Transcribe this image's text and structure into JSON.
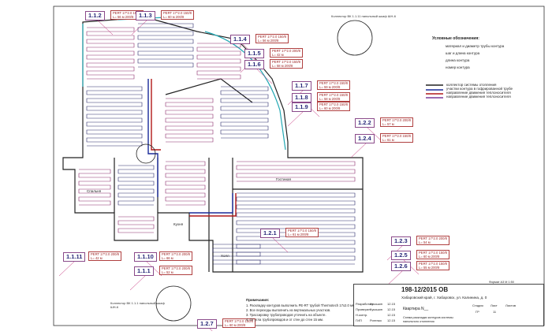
{
  "document": {
    "code": "198-12/2015 ОВ",
    "address": "Хабаровский край, г. Хабаровск, ул. Калинина, д. 0",
    "object_name": "Квартира N__",
    "drawing_name": "Схема раскладки контуров системы напольного отопления",
    "stage": "ГР",
    "sheet": "11",
    "sheets_label": "Стадия",
    "sheet_label": "Лист",
    "sheets_total_label": "Листов",
    "format": "Формат А3 М 1:50"
  },
  "title_block_rows": [
    {
      "role": "Разработал",
      "name": "Кукошин",
      "date": "12.15"
    },
    {
      "role": "Проверил",
      "name": "Кукошин",
      "date": "12.15"
    },
    {
      "role": "Н.контр.",
      "name": "",
      "date": "12.15"
    },
    {
      "role": "ГИП",
      "name": "Ротенко",
      "date": "12.15"
    }
  ],
  "circuits": [
    {
      "id": "1.1.2",
      "pipe": "PERT 17*2.0",
      "step": "150/8",
      "length": "L= 56 м",
      "step2": "200/8"
    },
    {
      "id": "1.1.3",
      "pipe": "PERT 17*2.0",
      "step": "150/8",
      "length": "L= 60 м",
      "step2": "200/8"
    },
    {
      "id": "1.1.4",
      "pipe": "PERT 17*2.0",
      "step": "150/8",
      "length": "L= 56 м",
      "step2": "200/8"
    },
    {
      "id": "1.1.5",
      "pipe": "PERT 17*2.0",
      "step": "200/8",
      "length": "L= 42 м",
      "step2": ""
    },
    {
      "id": "1.1.6",
      "pipe": "PERT 17*2.0",
      "step": "150/8",
      "length": "L= 58 м",
      "step2": "200/8"
    },
    {
      "id": "1.1.7",
      "pipe": "PERT 17*2.0",
      "step": "150/8",
      "length": "L= 59 м",
      "step2": "200/8"
    },
    {
      "id": "1.1.8",
      "pipe": "PERT 17*2.0",
      "step": "150/8",
      "length": "L= 58 м",
      "step2": "200/8"
    },
    {
      "id": "1.1.9",
      "pipe": "PERT 17*2.0",
      "step": "150/8",
      "length": "L= 60 м",
      "step2": "200/8"
    },
    {
      "id": "1.2.2",
      "pipe": "PERT 17*2.0",
      "step": "200/8",
      "length": "L= 57 м",
      "step2": ""
    },
    {
      "id": "1.2.4",
      "pipe": "PERT 17*2.0",
      "step": "150/8",
      "length": "L= 61 м",
      "step2": ""
    },
    {
      "id": "1.2.1",
      "pipe": "PERT 17*2.0",
      "step": "150/8",
      "length": "L= 61 м",
      "step2": "200/8"
    },
    {
      "id": "1.2.3",
      "pipe": "PERT 17*2.0",
      "step": "200/8",
      "length": "L= 54 м",
      "step2": ""
    },
    {
      "id": "1.2.5",
      "pipe": "PERT 17*2.0",
      "step": "150/8",
      "length": "L= 60 м",
      "step2": "200/8"
    },
    {
      "id": "1.2.6",
      "pipe": "PERT 17*2.0",
      "step": "150/8",
      "length": "L= 55 м",
      "step2": "200/8"
    },
    {
      "id": "1.2.7",
      "pipe": "PERT 17*2.0",
      "step": "150/8",
      "length": "L= 60 м",
      "step2": "200/8"
    },
    {
      "id": "1.1.11",
      "pipe": "PERT 17*2.0",
      "step": "200/8",
      "length": "L= 42 м",
      "step2": ""
    },
    {
      "id": "1.1.10",
      "pipe": "PERT 17*2.0",
      "step": "200/8",
      "length": "L= 66 м",
      "step2": ""
    },
    {
      "id": "1.1.1",
      "pipe": "PERT 17*2.0",
      "step": "200/8",
      "length": "L= 52 м",
      "step2": ""
    }
  ],
  "legend": {
    "title": "Условные обозначения:",
    "items": [
      "материал и диаметр трубы контура",
      "шаг и длина контура",
      "длина контура",
      "номер контура",
      "коллектор системы отопления",
      "участки контура в гофрированной трубе",
      "направление движения теплоносителя",
      "направление движения теплоносителя"
    ]
  },
  "collector_notes": {
    "top": "Коллектор ВК 1.1.11 напольный шкаф ШН-6",
    "bottom": "Коллектор ВК 1.1.1 напольный шкаф ШН-6"
  },
  "notes": {
    "title": "Примечания:",
    "items": [
      "1. Раскладку контуров выполнить PE-RT трубой Thermotech 17x2.0 мм.",
      "2. Все переходы выполнить из вертикальных участков.",
      "3. Трассировку трубопроводов уточнить на объекте.",
      "4. От угла трубопроводов и от стен до стен 15 мм."
    ]
  },
  "rooms": [
    {
      "id": "r1",
      "label": "Гостиная"
    },
    {
      "id": "r2",
      "label": "Спальня"
    },
    {
      "id": "r3",
      "label": "Кухня"
    },
    {
      "id": "r4",
      "label": "Холл"
    }
  ]
}
